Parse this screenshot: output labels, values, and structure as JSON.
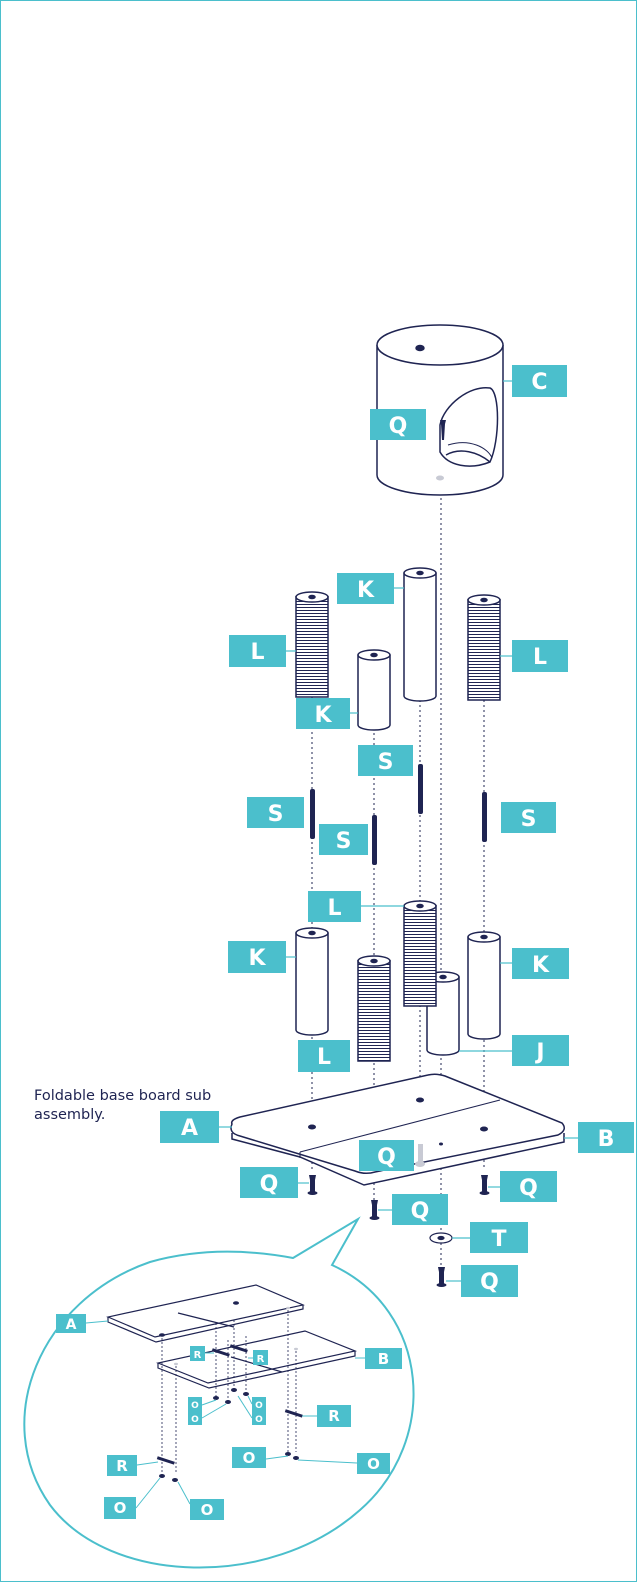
{
  "caption": "Foldable base board sub assembly.",
  "labels": {
    "C": "C",
    "Q": "Q",
    "K": "K",
    "L": "L",
    "S": "S",
    "J": "J",
    "A": "A",
    "B": "B",
    "T": "T",
    "R": "R",
    "O": "O"
  },
  "colors": {
    "accent": "#4bbfcc",
    "ink": "#1f2452",
    "paper": "#ffffff"
  }
}
